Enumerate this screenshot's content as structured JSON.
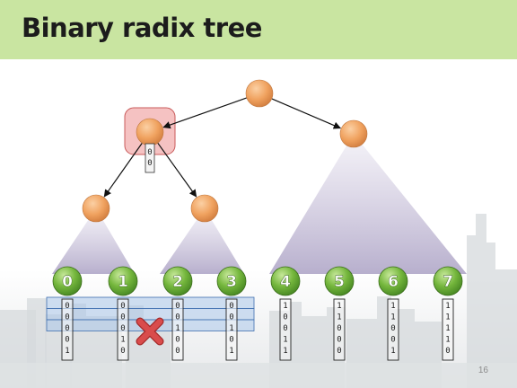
{
  "title": "Binary radix tree",
  "page_number": "16",
  "colors": {
    "title_bar": "#c9e5a1",
    "node_fill": "#f2a86a",
    "leaf_fill": "#6fb23a",
    "highlight": "#f3b7b7",
    "shade": "#8f7fb0",
    "band": "#a9c6ea",
    "cross": "#d94c4c"
  },
  "internal_nodes": [
    {
      "id": "root"
    },
    {
      "id": "l"
    },
    {
      "id": "r"
    },
    {
      "id": "ll"
    },
    {
      "id": "lr"
    }
  ],
  "edges": [
    {
      "from": "root",
      "to": "l"
    },
    {
      "from": "root",
      "to": "r"
    },
    {
      "from": "l",
      "to": "ll"
    },
    {
      "from": "l",
      "to": "lr"
    }
  ],
  "highlighted_node": "l",
  "highlighted_prefix": [
    "0",
    "0"
  ],
  "leaves": [
    {
      "label": "0",
      "bits": [
        "0",
        "0",
        "0",
        "0",
        "1"
      ]
    },
    {
      "label": "1",
      "bits": [
        "0",
        "0",
        "0",
        "1",
        "0"
      ]
    },
    {
      "label": "2",
      "bits": [
        "0",
        "0",
        "1",
        "0",
        "0"
      ]
    },
    {
      "label": "3",
      "bits": [
        "0",
        "0",
        "1",
        "0",
        "1"
      ]
    },
    {
      "label": "4",
      "bits": [
        "1",
        "0",
        "0",
        "1",
        "1"
      ]
    },
    {
      "label": "5",
      "bits": [
        "1",
        "1",
        "0",
        "0",
        "0"
      ]
    },
    {
      "label": "6",
      "bits": [
        "1",
        "1",
        "0",
        "0",
        "1"
      ]
    },
    {
      "label": "7",
      "bits": [
        "1",
        "1",
        "1",
        "1",
        "0"
      ]
    }
  ],
  "cross_mark": "x-mark"
}
